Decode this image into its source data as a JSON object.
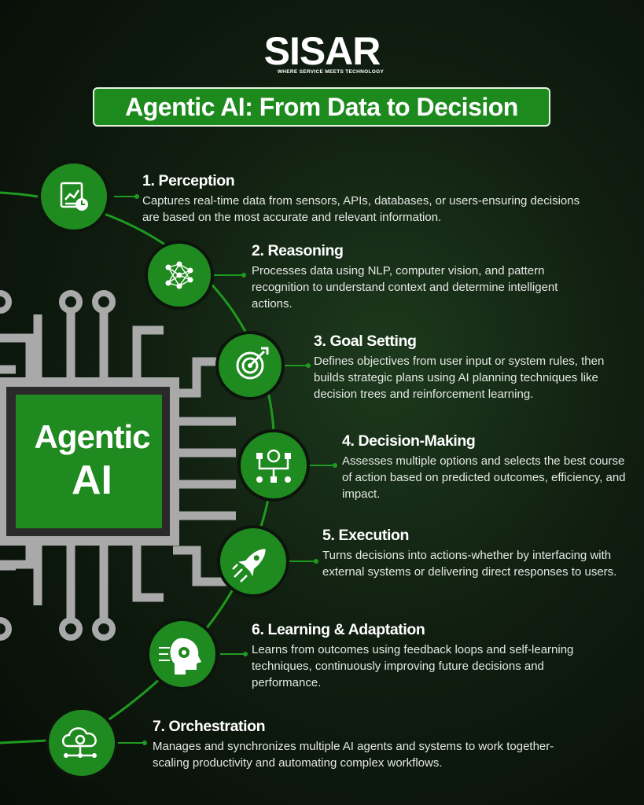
{
  "brand": {
    "name": "SISAR",
    "tagline": "WHERE SERVICE MEETS TECHNOLOGY"
  },
  "title": "Agentic AI: From Data to Decision",
  "chip": {
    "line1": "Agentic",
    "line2": "AI"
  },
  "colors": {
    "accent_green": "#1d8a1d",
    "circuit_gray": "#a9a9a9",
    "background": "#0b140b",
    "text": "#ffffff"
  },
  "steps": [
    {
      "title": "1. Perception",
      "description": "Captures real-time data from sensors, APIs, databases, or users-ensuring decisions are based on the most accurate and relevant information.",
      "icon": "analytics-report-icon"
    },
    {
      "title": "2. Reasoning",
      "description": "Processes data using NLP, computer vision, and pattern recognition to understand context and determine intelligent actions.",
      "icon": "neural-network-icon"
    },
    {
      "title": "3. Goal Setting",
      "description": "Defines objectives from user input or system rules, then builds strategic plans using AI planning techniques like decision trees and reinforcement learning.",
      "icon": "target-icon"
    },
    {
      "title": "4. Decision-Making",
      "description": "Assesses multiple options and selects the best course of action based on predicted outcomes, efficiency, and impact.",
      "icon": "decision-flow-icon"
    },
    {
      "title": "5. Execution",
      "description": "Turns decisions into actions-whether by interfacing with external systems or delivering direct responses to users.",
      "icon": "rocket-icon"
    },
    {
      "title": "6. Learning & Adaptation",
      "description": "Learns from outcomes using feedback loops and self-learning techniques, continuously improving future decisions and performance.",
      "icon": "ai-head-icon"
    },
    {
      "title": "7. Orchestration",
      "description": "Manages and synchronizes multiple AI agents and systems to work together-scaling productivity and automating complex workflows.",
      "icon": "cloud-network-icon"
    }
  ]
}
